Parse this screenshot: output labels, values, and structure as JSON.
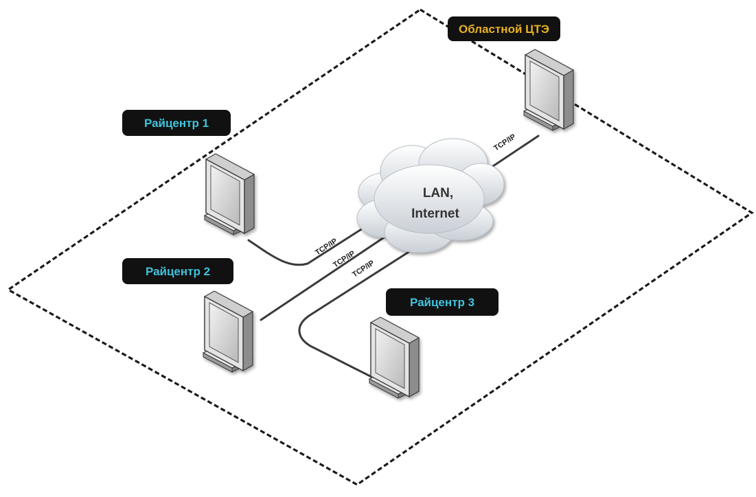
{
  "diagram": {
    "colors": {
      "background": "#ffffff",
      "boundary": "#1a1a1a",
      "label_bg": "#111111",
      "center_label_text": "#e8b11f",
      "district_label_text": "#41c3dc",
      "cable": "#3a3a3a",
      "cloud": "#dfe3e8"
    },
    "cloud": {
      "icon": "cloud-icon",
      "line1": "LAN,",
      "line2": "Internet"
    },
    "nodes": [
      {
        "id": "center",
        "label": "Областной ЦТЭ",
        "icon": "monitor-icon"
      },
      {
        "id": "r1",
        "label": "Райцентр 1",
        "icon": "monitor-icon"
      },
      {
        "id": "r2",
        "label": "Райцентр 2",
        "icon": "monitor-icon"
      },
      {
        "id": "r3",
        "label": "Райцентр 3",
        "icon": "monitor-icon"
      }
    ],
    "links": [
      {
        "from": "center",
        "to": "cloud",
        "protocol": "TCP/IP"
      },
      {
        "from": "r1",
        "to": "cloud",
        "protocol": "TCP/IP"
      },
      {
        "from": "r2",
        "to": "cloud",
        "protocol": "TCP/IP"
      },
      {
        "from": "r3",
        "to": "cloud",
        "protocol": "TCP/IP"
      }
    ]
  }
}
